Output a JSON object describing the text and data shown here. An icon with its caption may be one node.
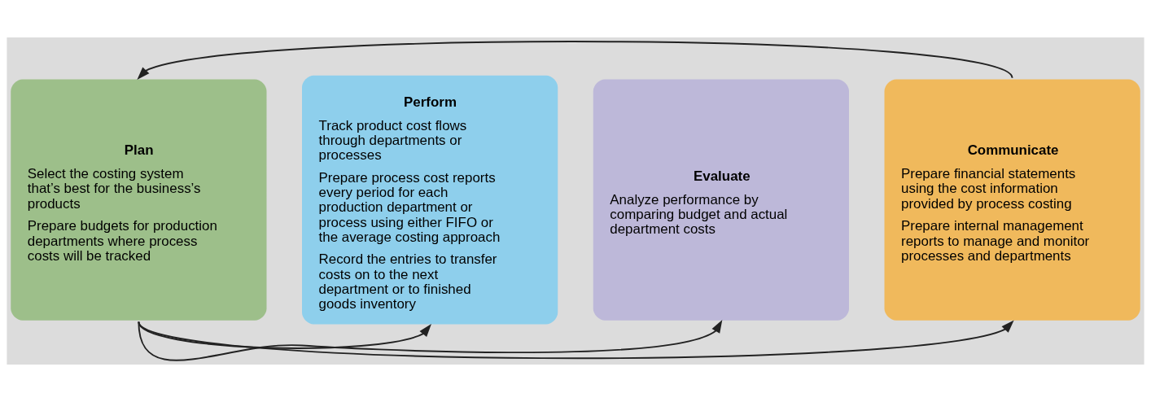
{
  "diagram": {
    "nodes": [
      {
        "text": [
          "Plan",
          "Select the costing system that’s best for the business’s products",
          "Prepare budgets for production departments where process costs will be tracked"
        ]
      },
      {
        "text": [
          "Perform",
          "Track product cost flows through departments or processes",
          "Prepare process cost reports every period for each production department or process using either FIFO or the average costing approach",
          "Record the entries to transfer costs on to the next department or to finished goods inventory"
        ]
      },
      {
        "text": [
          "Evaluate",
          "Analyze performance by comparing budget and actual department costs"
        ]
      },
      {
        "text": [
          "Communicate",
          "Prepare financial statements using the cost information provided by process costing",
          "Prepare internal management reports to manage and monitor processes and departments"
        ]
      }
    ],
    "edges": [
      {
        "from": 3,
        "to": 0,
        "arrow": "to"
      },
      {
        "from": 0,
        "to": 1,
        "arrow": "to"
      },
      {
        "from": 0,
        "to": 2,
        "arrow": "to"
      },
      {
        "from": 0,
        "to": 3,
        "arrow": "to"
      }
    ]
  }
}
